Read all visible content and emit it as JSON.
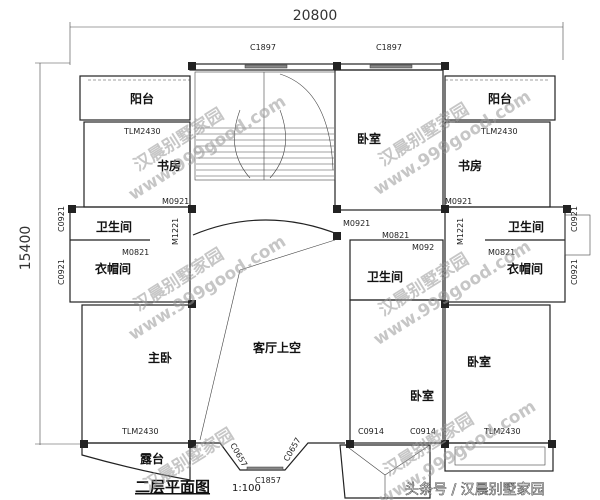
{
  "dimensions": {
    "width": "20800",
    "height": "15400"
  },
  "title": "二层平面图",
  "scale": "1:100",
  "rooms": {
    "balcony_left": "阳台",
    "balcony_right": "阳台",
    "study_left": "书房",
    "study_right": "书房",
    "bedroom_top": "卧室",
    "bath_left": "卫生间",
    "bath_right": "卫生间",
    "bath_center": "卫生间",
    "closet_left": "衣帽间",
    "closet_right": "衣帽间",
    "master_bedroom": "主卧",
    "living_void": "客厅上空",
    "bedroom_center": "卧室",
    "bedroom_right": "卧室",
    "terrace": "露台"
  },
  "codes": {
    "c1897a": "C1897",
    "c1897b": "C1897",
    "tlm_tl": "TLM2430",
    "tlm_tr": "TLM2430",
    "tlm_bl": "TLM2430",
    "tlm_br": "TLM2430",
    "m0921a": "M0921",
    "m0921b": "M0921",
    "m0921c": "M0921",
    "m092": "M092",
    "m1221a": "M1221",
    "m1221b": "M1221",
    "m0821a": "M0821",
    "m0821b": "M0821",
    "m0821c": "M0821",
    "c0921a": "C0921",
    "c0921b": "C0921",
    "c0921c": "C0921",
    "c0921d": "C0921",
    "c0914a": "C0914",
    "c0914b": "C0914",
    "c0657a": "C0657",
    "c0657b": "C0657",
    "c1857": "C1857"
  },
  "watermark": {
    "cn": "汉晨别墅家园",
    "url": "www.999good.com"
  },
  "footer": "头条号 / 汉晨别墅家园"
}
